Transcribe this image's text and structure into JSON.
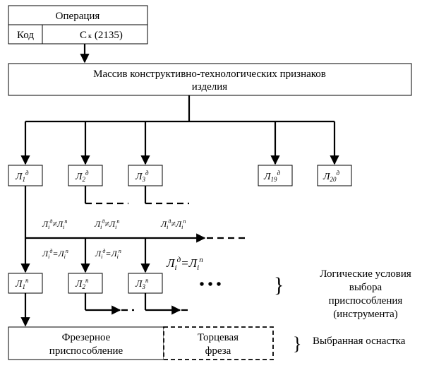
{
  "operation_box": {
    "title": "Операция",
    "code_label": "Код",
    "code_value_c": "С",
    "code_value_sub": "к",
    "code_value_num": "(2135)"
  },
  "array_box": {
    "line1": "Массив конструктивно-технологических признаков",
    "line2": "изделия"
  },
  "feature_boxes": [
    {
      "base": "Л",
      "sub": "1",
      "sup": "д"
    },
    {
      "base": "Л",
      "sub": "2",
      "sup": "д"
    },
    {
      "base": "Л",
      "sub": "3",
      "sup": "д"
    },
    {
      "base": "Л",
      "sub": "19",
      "sup": "д"
    },
    {
      "base": "Л",
      "sub": "20",
      "sup": "д"
    }
  ],
  "condition_boxes": [
    {
      "base": "Л",
      "sub": "1",
      "sup": "п"
    },
    {
      "base": "Л",
      "sub": "2",
      "sup": "п"
    },
    {
      "base": "Л",
      "sub": "3",
      "sup": "п"
    }
  ],
  "conditions": {
    "not_equal": {
      "base": "Л",
      "sub": "i",
      "sup_left": "д",
      "sign": "≠",
      "sup_right": "п"
    },
    "equal": {
      "base": "Л",
      "sub": "i",
      "sup_left": "д",
      "sign": "=",
      "sup_right": "п"
    }
  },
  "ellipsis": "• • •",
  "brace": "}",
  "side_labels": {
    "logic": [
      "Логические условия",
      "выбора",
      "приспособления",
      "(инструмента)"
    ],
    "selected": "Выбранная  оснастка"
  },
  "result_boxes": {
    "fixture": [
      "Фрезерное",
      "приспособление"
    ],
    "tool": [
      "Торцевая",
      "фреза"
    ]
  }
}
